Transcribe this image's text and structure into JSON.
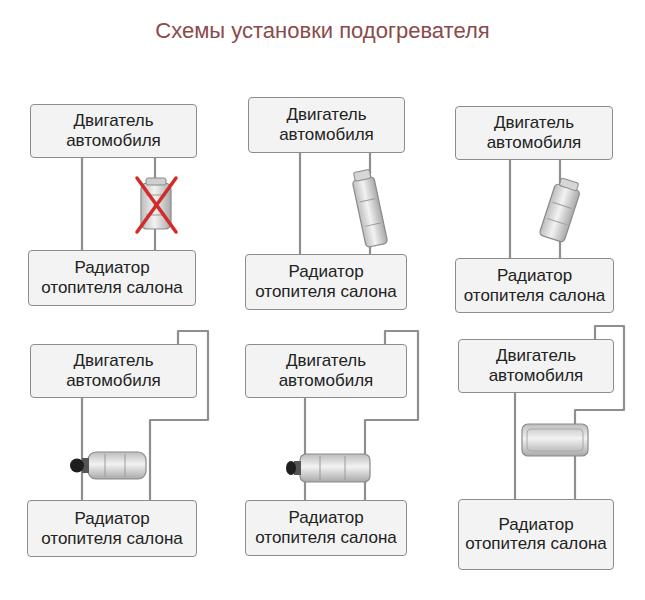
{
  "diagram": {
    "title": "Схемы установки подогревателя",
    "nodes": [
      {
        "text": [
          "Двигатель автомобиля"
        ]
      },
      {
        "text": [
          "Двигатель автомобиля"
        ]
      },
      {
        "text": [
          "Двигатель автомобиля"
        ]
      },
      {
        "text": [
          "Радиатор отопителя салона"
        ]
      },
      {
        "text": [
          "Радиатор отопителя салона"
        ]
      },
      {
        "text": [
          "Радиатор отопителя салона"
        ]
      },
      {
        "text": [
          "Двигатель автомобиля"
        ]
      },
      {
        "text": [
          "Двигатель автомобиля"
        ]
      },
      {
        "text": [
          "Двигатель автомобиля"
        ]
      },
      {
        "text": [
          "Радиатор отопителя салона"
        ]
      },
      {
        "text": [
          "Радиатор отопителя салона"
        ]
      },
      {
        "text": [
          "Радиатор отопителя салона"
        ]
      }
    ],
    "edges": [
      {
        "from": 0,
        "to": 3,
        "arrow": "none"
      },
      {
        "from": 0,
        "to": 3,
        "arrow": "none"
      },
      {
        "from": 1,
        "to": 4,
        "arrow": "none"
      },
      {
        "from": 1,
        "to": 4,
        "arrow": "none"
      },
      {
        "from": 2,
        "to": 5,
        "arrow": "none"
      },
      {
        "from": 2,
        "to": 5,
        "arrow": "none"
      },
      {
        "from": 6,
        "to": 9,
        "arrow": "none"
      },
      {
        "from": 6,
        "to": 9,
        "arrow": "none"
      },
      {
        "from": 7,
        "to": 10,
        "arrow": "none"
      },
      {
        "from": 7,
        "to": 10,
        "arrow": "none"
      },
      {
        "from": 8,
        "to": 11,
        "arrow": "none"
      },
      {
        "from": 8,
        "to": 11,
        "arrow": "none"
      }
    ]
  }
}
